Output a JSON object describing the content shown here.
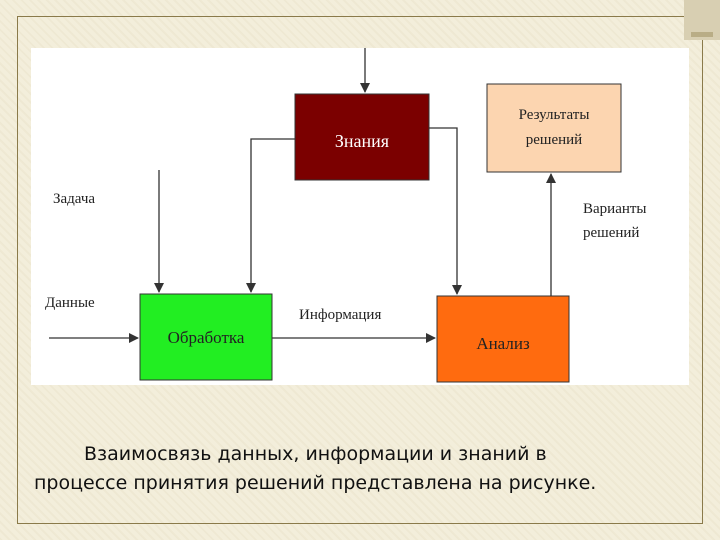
{
  "diagram": {
    "nodes": {
      "knowledge": "Знания",
      "results_line1": "Результаты",
      "results_line2": "решений",
      "processing": "Обработка",
      "analysis": "Анализ"
    },
    "labels": {
      "task": "Задача",
      "data": "Данные",
      "information": "Информация",
      "variants_line1": "Варианты",
      "variants_line2": "решений"
    },
    "colors": {
      "knowledge": "#7b0000",
      "results": "#fcd5b0",
      "processing": "#22ee22",
      "analysis": "#ff6b0f"
    }
  },
  "caption": {
    "line1": "Взаимосвязь данных, информации и знаний в",
    "line2": "процессе принятия решений представлена на рисунке."
  }
}
